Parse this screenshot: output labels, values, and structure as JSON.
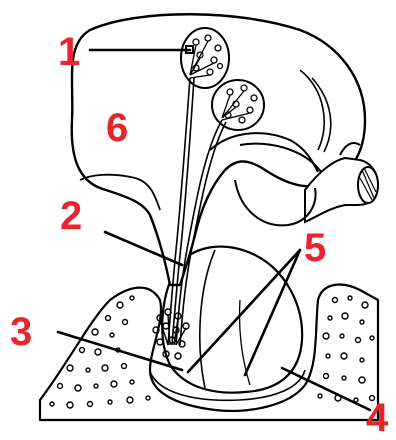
{
  "labels": {
    "l1": "1",
    "l2": "2",
    "l3": "3",
    "l4": "4",
    "l5": "5",
    "l6": "6"
  },
  "colors": {
    "label": "#e8242c",
    "ink": "#000000",
    "paper": "#ffffff"
  }
}
